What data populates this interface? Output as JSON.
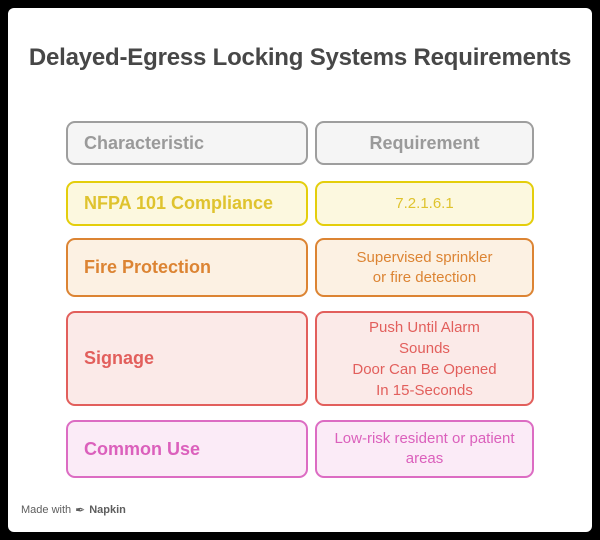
{
  "title": "Delayed-Egress Locking Systems Requirements",
  "table": {
    "headers": [
      "Characteristic",
      "Requirement"
    ],
    "rows": [
      {
        "characteristic": "NFPA 101 Compliance",
        "requirement": "7.2.1.6.1",
        "theme": "yellow"
      },
      {
        "characteristic": "Fire Protection",
        "requirement": "Supervised sprinkler\nor fire detection",
        "theme": "orange"
      },
      {
        "characteristic": "Signage",
        "requirement": "Push Until Alarm\nSounds\nDoor Can Be Opened\nIn 15-Seconds",
        "theme": "red"
      },
      {
        "characteristic": "Common Use",
        "requirement": "Low-risk resident or patient\nareas",
        "theme": "pink"
      }
    ]
  },
  "watermark": {
    "prefix": "Made with",
    "brand": "Napkin",
    "icon": "pen-nib-icon",
    "icon_glyph": "✒"
  },
  "colors": {
    "page_background": "#000000",
    "card_background": "#ffffff",
    "title_text": "#474747",
    "watermark_text": "#5e5e5e",
    "header_fill": "#f5f5f5",
    "header_border": "#9e9e9e",
    "header_text": "#9a9a9a",
    "yellow_fill": "#fcf8df",
    "yellow_border": "#e4ce0c",
    "yellow_text": "#dfc32e",
    "orange_fill": "#fcf1e3",
    "orange_border": "#dc8433",
    "orange_text": "#dc8433",
    "red_fill": "#fbeae8",
    "red_border": "#e25f5c",
    "red_text": "#e25f5c",
    "pink_fill": "#fbebf7",
    "pink_border": "#dc6cc3",
    "pink_text": "#db60bc"
  }
}
